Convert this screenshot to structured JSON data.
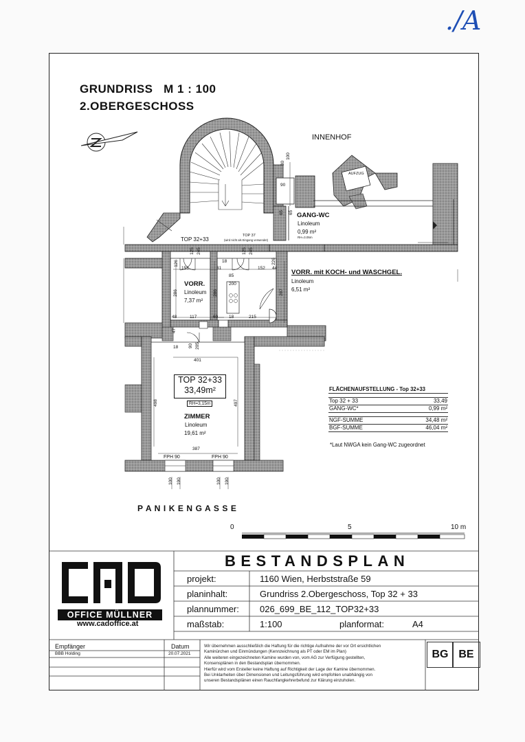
{
  "corner_mark": "./A",
  "heading": {
    "line1": "GRUNDRISS   M 1 : 100",
    "line2": "2.OBERGESCHOSS"
  },
  "labels": {
    "innenhof": "INNENHOF",
    "aufzug": "AUFZUG",
    "street": "P A N I K E N G A S S E",
    "top_corridor": "TOP 32+33",
    "top37": "TOP 37",
    "top37_note": "(wird nicht als Eingang verwendet)",
    "rh_small": "RH=3.05m"
  },
  "rooms": {
    "gang_wc": {
      "name": "GANG-WC",
      "floor": "Linoleum",
      "area": "0,99 m²"
    },
    "vorr_left": {
      "name": "VORR.",
      "floor": "Linoleum",
      "area": "7,37 m²"
    },
    "vorr_right": {
      "name": "VORR. mit KOCH- und WASCHGEL.",
      "floor": "Linoleum",
      "area": "6,51 m²"
    },
    "zimmer": {
      "name": "ZIMMER",
      "floor": "Linoleum",
      "area": "19,61 m²"
    }
  },
  "top_box": {
    "line1": "TOP 32+33",
    "line2": "33,49m²",
    "rh": "RH=3,15m"
  },
  "dimensions": {
    "d30": "30",
    "d100": "100",
    "d90": "90",
    "d65": "65",
    "d65b": "65",
    "d126": "126",
    "d125": "125",
    "d245": "245",
    "d151": "151",
    "d31": "31",
    "d18": "18",
    "d125b": "125",
    "d245b": "245",
    "d85": "85",
    "d200": "200",
    "d152": "152",
    "d44": "44",
    "d286": "286",
    "d286b": "286",
    "d287": "287",
    "d48": "48",
    "d117": "117",
    "d60": "60",
    "d18b": "18",
    "d215": "215",
    "d47": "47",
    "d18c": "18",
    "d90b": "90",
    "d205": "205",
    "d401": "401",
    "d498": "498",
    "d497": "497",
    "d387": "387",
    "fph_left": "FPH 90",
    "fph_right": "FPH 90",
    "d100a": "100",
    "d190a": "190",
    "d100b": "100",
    "d190b": "190",
    "d226": "226"
  },
  "area_table": {
    "header": "FLÄCHENAUFSTELLUNG - Top 32+33",
    "rows": [
      {
        "label": "Top 32 + 33",
        "value": "33,49"
      },
      {
        "label": "GANG-WC*",
        "value": "0,99 m²"
      }
    ],
    "sums": [
      {
        "label": "NGF-SUMME",
        "value": "34,48 m²"
      },
      {
        "label": "BGF-SUMME",
        "value": "46,04 m²"
      }
    ],
    "note": "*Laut NWGA kein Gang-WC zugeordnet"
  },
  "scale_bar": {
    "t0": "0",
    "t5": "5",
    "t10": "10 m"
  },
  "title_block": {
    "heading": "BESTANDSPLAN",
    "logo_text": "OFFICE MÜLLNER",
    "website": "www.cadoffice.at",
    "projekt_key": "projekt:",
    "projekt_val": "1160 Wien, Herbststraße 59",
    "planinhalt_key": "planinhalt:",
    "planinhalt_val": "Grundriss 2.Obergeschoss, Top 32 + 33",
    "plannummer_key": "plannummer:",
    "plannummer_val": "026_699_BE_112_TOP32+33",
    "massstab_key": "maßstab:",
    "massstab_val": "1:100",
    "planformat_key": "planformat:",
    "planformat_val": "A4"
  },
  "footer": {
    "empfaenger_label": "Empfänger",
    "empfaenger_val": "BBB Holding",
    "datum_label": "Datum",
    "datum_val": "20.07.2021",
    "disclaimer": [
      "Wir übernehmen ausschließlich die Haftung für die richtige Aufnahme der vor Ort ersichtlichen",
      "Kaminürchen und Einmündungen (Kennzeichnung als PT oder EM im Plan)",
      "Alle weiteren eingezeichneten Kamine wurden von, vom AG zur Verfügung gestellten,",
      "Konsensplänen in den Bestandsplan übernommen.",
      "Hierfür wird vom Ersteller keine Haftung auf Richtigkeit der Lage der Kamine übernommen.",
      "Bei Unklarheiten über Dimensionen und Leitungsführung wird empfohlen unabhängig von",
      "unseren Bestandsplänen einen Rauchfangkehrerbefund zur Klärung einzuholen."
    ],
    "bg": "BG",
    "be": "BE"
  }
}
